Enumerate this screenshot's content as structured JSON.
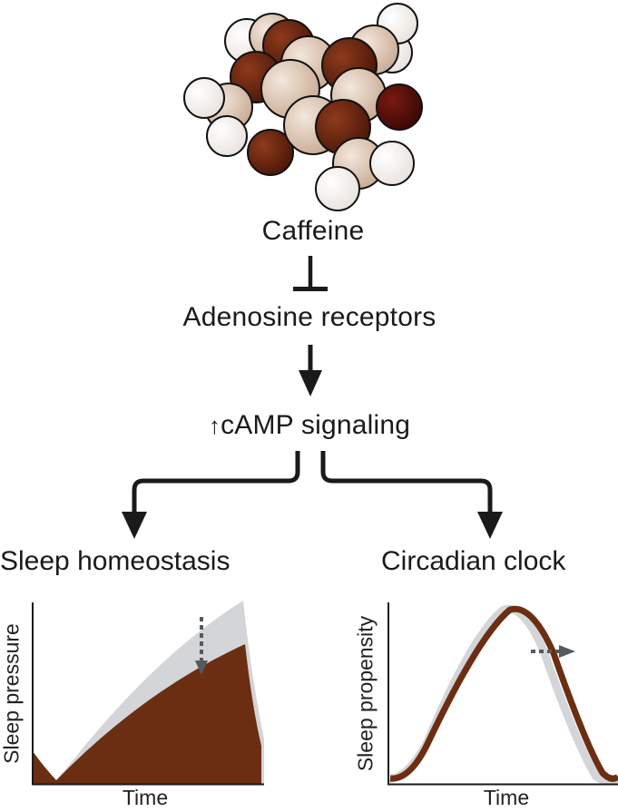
{
  "molecule": {
    "name": "Caffeine"
  },
  "pathway": {
    "receptor": "Adenosine receptors",
    "signal_arrow": "↑",
    "signal": "cAMP signaling"
  },
  "branches": {
    "left": "Sleep homeostasis",
    "right": "Circadian clock"
  },
  "panels": {
    "homeostasis": {
      "xlabel": "Time",
      "ylabel": "Sleep pressure"
    },
    "circadian": {
      "xlabel": "Time",
      "ylabel": "Sleep propensity"
    }
  },
  "colors": {
    "caffeine_brown": "#6b2e12",
    "control_gray": "#d3d5d8",
    "arrow_dark": "#1a1a1a",
    "dashed_arrow": "#555a5e"
  },
  "icons": [
    "caffeine-molecule-icon",
    "inhibition-bar-icon",
    "down-arrow-icon",
    "dashed-arrow-icon"
  ]
}
